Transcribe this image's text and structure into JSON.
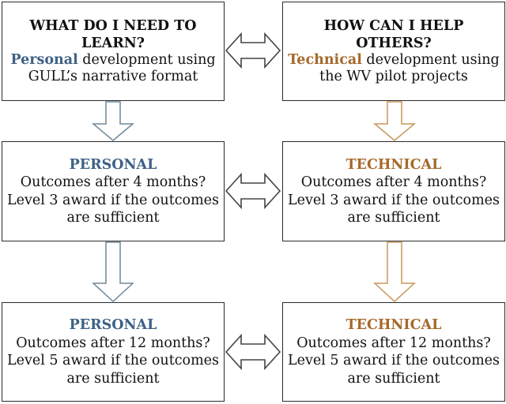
{
  "colors": {
    "personal": "#3f6184",
    "technical": "#a5692b",
    "personal_arrow": "#6f8799",
    "technical_arrow": "#c9955b",
    "double_arrow": "#444444"
  },
  "boxes": {
    "learn": {
      "heading_line1": "WHAT DO I NEED TO",
      "heading_line2": "LEARN?",
      "accent": "Personal",
      "rest_line1": " development using",
      "line2": "GULL’s narrative format"
    },
    "help": {
      "heading_line1": "HOW CAN I HELP",
      "heading_line2": "OTHERS?",
      "accent": "Technical",
      "rest_line1": " development using",
      "line2": "the WV pilot projects"
    },
    "personal_4": {
      "title": "PERSONAL",
      "line1": "Outcomes after 4 months?",
      "line2": "Level 3 award if the outcomes",
      "line3": "are sufficient"
    },
    "technical_4": {
      "title": "TECHNICAL",
      "line1": "Outcomes after 4 months?",
      "line2": "Level 3 award if the outcomes",
      "line3": "are sufficient"
    },
    "personal_12": {
      "title": "PERSONAL",
      "line1": "Outcomes after 12 months?",
      "line2": "Level 5 award if the outcomes",
      "line3": "are sufficient"
    },
    "technical_12": {
      "title": "TECHNICAL",
      "line1": "Outcomes after 12 months?",
      "line2": "Level 5 award if the outcomes",
      "line3": "are sufficient"
    }
  }
}
